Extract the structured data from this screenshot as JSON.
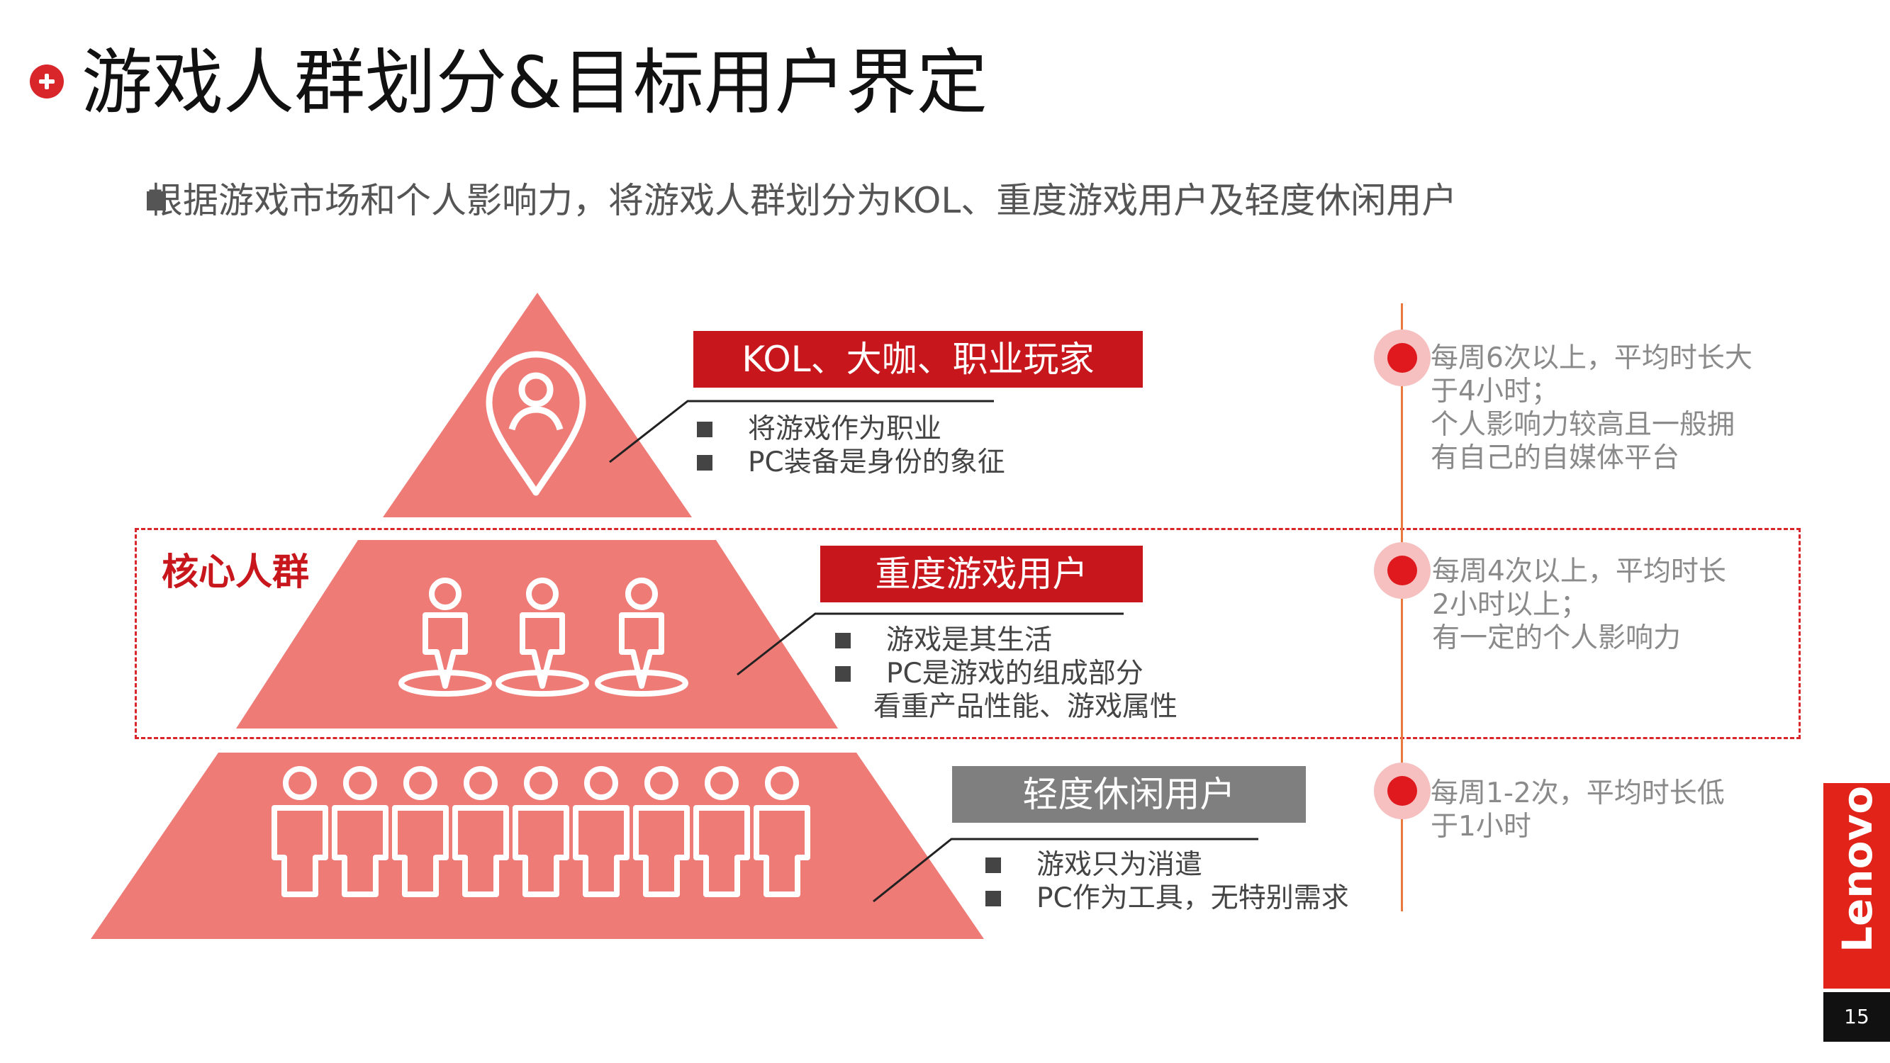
{
  "title": "游戏人群划分&目标用户界定",
  "subtitle": "根据游戏市场和个人影响力，将游戏人群划分为KOL、重度游戏用户及轻度休闲用户",
  "core_label": "核心人群",
  "tiers": [
    {
      "name": "KOL、大咖、职业玩家",
      "label_color": "#c8161d",
      "bullets": [
        "将游戏作为职业",
        "PC装备是身份的象征"
      ],
      "description": [
        "每周6次以上，平均时长大",
        "于4小时；",
        "个人影响力较高且一般拥",
        "有自己的自媒体平台"
      ]
    },
    {
      "name": "重度游戏用户",
      "label_color": "#c8161d",
      "bullets": [
        "游戏是其生活",
        "PC是游戏的组成部分",
        "看重产品性能、游戏属性"
      ],
      "description": [
        "每周4次以上，平均时长",
        "2小时以上；",
        "有一定的个人影响力"
      ]
    },
    {
      "name": "轻度休闲用户",
      "label_color": "#7f7f7f",
      "bullets": [
        "游戏只为消遣",
        "PC作为工具，无特别需求"
      ],
      "description": [
        "每周1-2次，平均时长低",
        "于1小时"
      ]
    }
  ],
  "colors": {
    "pyramid": "#ef7b77",
    "accent": "#d8262b",
    "timeline": "#e87a3e"
  },
  "icons": [
    "plus-icon",
    "location-person-icon",
    "person-on-spot-icon",
    "person-icon"
  ],
  "brand": "Lenovo",
  "page_number": "15"
}
